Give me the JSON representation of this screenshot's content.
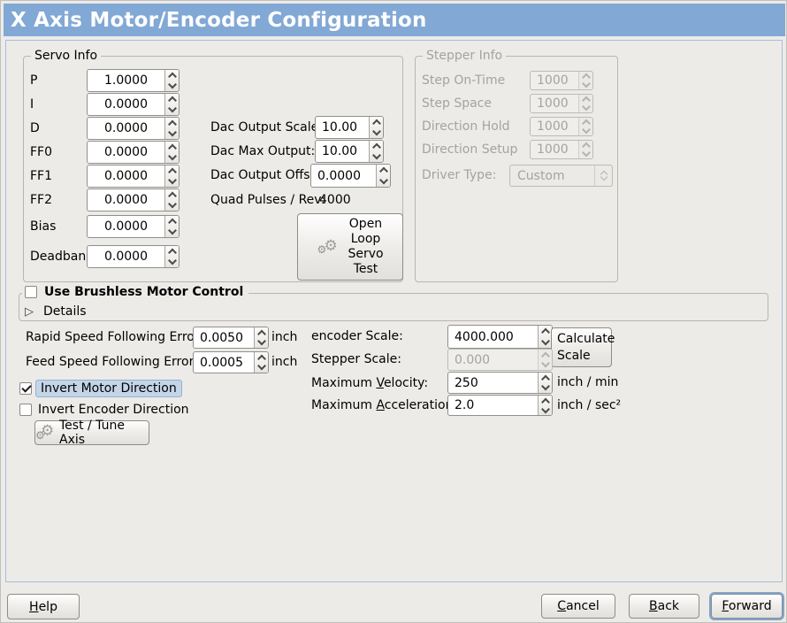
{
  "window": {
    "title": "X Axis Motor/Encoder Configuration"
  },
  "colors": {
    "titlebar": "#82A8D5",
    "window_bg": "#EDEBE8",
    "content_border": "#A6BFD9",
    "focus_highlight_bg": "#C4D5E8",
    "focus_ring": "#7FA5CF"
  },
  "icons": {
    "gears": "⚙",
    "expander_collapsed": "▷"
  },
  "servo_info": {
    "legend": "Servo Info",
    "rows": [
      {
        "label": "P",
        "value": "1.0000"
      },
      {
        "label": "I",
        "value": "0.0000"
      },
      {
        "label": "D",
        "value": "0.0000"
      },
      {
        "label": "FF0",
        "value": "0.0000"
      },
      {
        "label": "FF1",
        "value": "0.0000"
      },
      {
        "label": "FF2",
        "value": "0.0000"
      },
      {
        "label": "Bias",
        "value": "0.0000"
      },
      {
        "label": "Deadband",
        "value": "0.0000"
      }
    ],
    "dac_rows": [
      {
        "label": "Dac Output Scale:",
        "value": "10.00"
      },
      {
        "label": "Dac Max Output:",
        "value": "10.00"
      },
      {
        "label": "Dac Output Offset:",
        "value": "0.0000"
      }
    ],
    "quad_pulses_label": "Quad Pulses / Rev:",
    "quad_pulses_value": "4000",
    "open_loop_button": {
      "line1": "Open",
      "line2": "Loop",
      "line3": "Servo",
      "line4": "Test"
    }
  },
  "stepper_info": {
    "legend": "Stepper Info",
    "rows": [
      {
        "label": "Step On-Time",
        "value": "1000"
      },
      {
        "label": "Step Space",
        "value": "1000"
      },
      {
        "label": "Direction Hold",
        "value": "1000"
      },
      {
        "label": "Direction Setup",
        "value": "1000"
      }
    ],
    "driver_type_label": "Driver Type:",
    "driver_type_value": "Custom"
  },
  "brushless": {
    "checkbox_label": "Use Brushless Motor Control",
    "checked": false,
    "details_label": "Details"
  },
  "following_error": {
    "rapid_label": "Rapid Speed Following Error:",
    "rapid_value": "0.0050",
    "rapid_unit": "inch",
    "feed_label": "Feed Speed Following Error:",
    "feed_value": "0.0005",
    "feed_unit": "inch"
  },
  "scales": {
    "encoder_label": "encoder Scale:",
    "encoder_value": "4000.000",
    "calculate_button": {
      "line1": "Calculate",
      "line2": "Scale"
    },
    "stepper_label": "Stepper Scale:",
    "stepper_value": "0.000",
    "max_velocity_label": {
      "pre": "Maximum ",
      "u": "V",
      "post": "elocity:"
    },
    "max_velocity_value": "250",
    "max_velocity_unit": "inch / min",
    "max_accel_label": {
      "pre": "Maximum ",
      "u": "A",
      "post": "cceleration:"
    },
    "max_accel_value": "2.0",
    "max_accel_unit": "inch / sec²"
  },
  "direction": {
    "invert_motor_label": "Invert Motor Direction",
    "invert_motor_checked": true,
    "invert_encoder_label": "Invert Encoder Direction",
    "invert_encoder_checked": false,
    "test_tune_button": "Test / Tune Axis"
  },
  "footer": {
    "help": {
      "u": "H",
      "post": "elp"
    },
    "cancel": {
      "u": "C",
      "post": "ancel"
    },
    "back": {
      "u": "B",
      "post": "ack"
    },
    "forward": {
      "u": "F",
      "post": "orward"
    }
  }
}
